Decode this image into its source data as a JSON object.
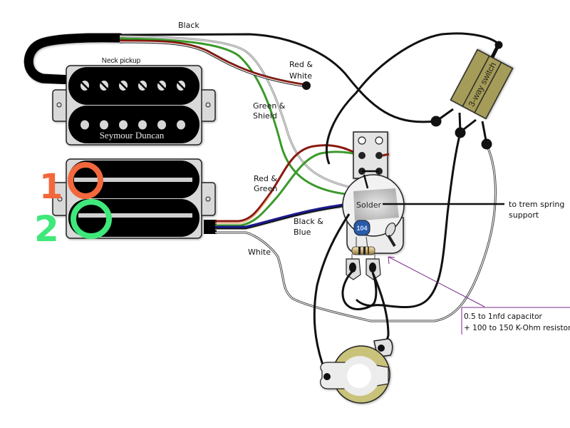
{
  "diagram": {
    "title": "Humbucker + coil-split wiring diagram",
    "labels": {
      "black": "Black",
      "neck_pickup": "Neck pickup",
      "brand": "Seymour Duncan",
      "red_white_1": "Red &",
      "red_white_2": "White",
      "green_shield_1": "Green &",
      "green_shield_2": "Shield",
      "red_green_1": "Red &",
      "red_green_2": "Green",
      "black_blue_1": "Black &",
      "black_blue_2": "Blue",
      "white": "White",
      "solder": "Solder",
      "trem_1": "to trem spring",
      "trem_2": "support",
      "switch": "3-way switch",
      "cap_value": "104",
      "note_1": "0.5 to 1nfd capacitor",
      "note_2": "+ 100 to 150 K-Ohm resistor"
    },
    "annotations": {
      "coil_1": "1",
      "coil_2": "2"
    },
    "colors": {
      "wire_black": "#111111",
      "wire_red": "#8b1a10",
      "wire_green": "#3a9a2a",
      "wire_gray": "#9a9a9a",
      "wire_blue": "#1a1a8c",
      "switch_body": "#a59c5a",
      "jack_ring": "#c9c27a",
      "annotation_orange": "#f2683c",
      "annotation_green": "#3fe87a",
      "pointer_purple": "#7a2a8a",
      "cap_blue": "#2a5aa8"
    }
  }
}
